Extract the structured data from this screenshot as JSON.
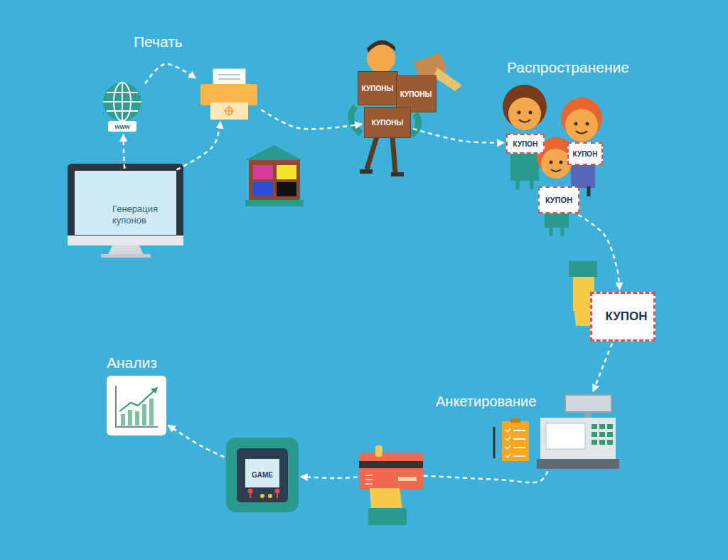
{
  "diagram": {
    "nodes": [
      {
        "text": [
          "www"
        ]
      },
      {
        "text": [
          "Печать"
        ]
      },
      {
        "text": [
          "Генерация купонов"
        ]
      },
      {
        "text": [
          "КУПОНЫ"
        ]
      },
      {
        "text": [
          "КУПОНЫ"
        ]
      },
      {
        "text": [
          "КУПОНЫ"
        ]
      },
      {
        "text": [
          "КУПОН"
        ]
      },
      {
        "text": [
          "КУПОН"
        ]
      },
      {
        "text": [
          "КУПОН"
        ]
      },
      {
        "text": [
          "КУПОН"
        ]
      },
      {
        "text": [
          "Анкетирование"
        ]
      },
      {
        "text": [
          "GAME"
        ]
      },
      {
        "text": [
          "Анализ"
        ]
      }
    ],
    "edges": [
      {
        "from": 2,
        "to": 0,
        "arrow": "to"
      },
      {
        "from": 0,
        "to": 1,
        "arrow": "to"
      },
      {
        "from": 2,
        "to": 1,
        "arrow": "to"
      },
      {
        "from": 1,
        "to": 5,
        "arrow": "to"
      },
      {
        "from": 5,
        "to": 6,
        "arrow": "to"
      },
      {
        "from": 8,
        "to": 9,
        "arrow": "to"
      },
      {
        "from": 9,
        "to": 10,
        "arrow": "to"
      },
      {
        "from": 10,
        "to": 11,
        "arrow": "to"
      },
      {
        "from": 11,
        "to": 12,
        "arrow": "to"
      }
    ],
    "labels": [
      "Распространение"
    ]
  }
}
